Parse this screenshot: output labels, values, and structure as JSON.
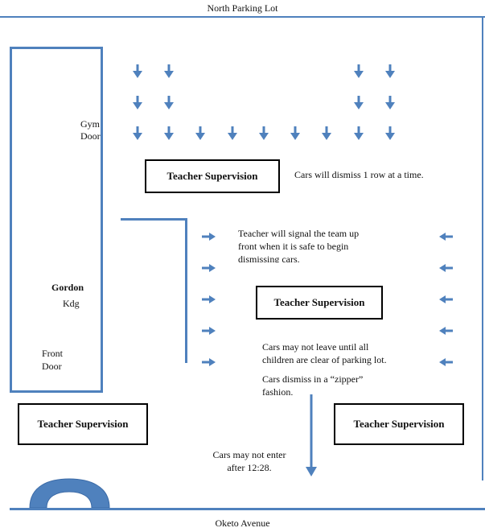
{
  "colors": {
    "road_line": "#4f81bd",
    "arrow": "#4f81bd",
    "building_outline": "#4f81bd"
  },
  "top_label": "North Parking Lot",
  "bottom_label": "Oketo Avenue",
  "building": {
    "name": "Gordon",
    "sub": "Kdg"
  },
  "doors": {
    "gym": [
      "Gym",
      "Door"
    ],
    "front": [
      "Front",
      "Door"
    ]
  },
  "supervision": {
    "top": "Teacher Supervision",
    "middle": "Teacher Supervision",
    "bottom_left": "Teacher Supervision",
    "bottom_right": "Teacher Supervision"
  },
  "notes": {
    "dismiss_row": "Cars will dismiss 1 row at a time.",
    "signal": [
      "Teacher will signal the team up",
      "front when it is safe to begin",
      "dismissing cars."
    ],
    "leave": [
      "Cars may not leave until all",
      "children are clear of parking lot."
    ],
    "zipper": [
      "Cars dismiss in a “zipper”",
      "fashion."
    ],
    "no_enter": [
      "Cars may not enter",
      "after 12:28."
    ]
  },
  "icons": {
    "down_arrow": "arrow-down-icon",
    "right_arrow": "arrow-right-icon",
    "left_arrow": "arrow-left-icon",
    "long_down_arrow": "long-arrow-down-icon",
    "curve": "turnaround-curve-icon"
  }
}
